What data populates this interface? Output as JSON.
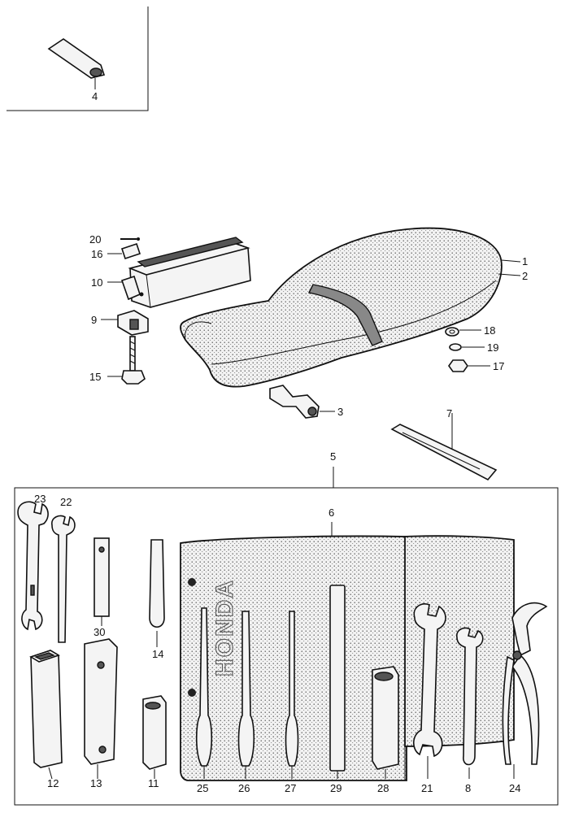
{
  "brand_text": "HONDA",
  "callouts": {
    "p1": "1",
    "p2": "2",
    "p3": "3",
    "p4": "4",
    "p5": "5",
    "p6": "6",
    "p7": "7",
    "p8": "8",
    "p9": "9",
    "p10": "10",
    "p11": "11",
    "p12": "12",
    "p13": "13",
    "p14": "14",
    "p15": "15",
    "p16": "16",
    "p17": "17",
    "p18": "18",
    "p19": "19",
    "p20": "20",
    "p21": "21",
    "p22": "22",
    "p23": "23",
    "p24": "24",
    "p25": "25",
    "p26": "26",
    "p27": "27",
    "p28": "28",
    "p29": "29",
    "p30": "30"
  }
}
